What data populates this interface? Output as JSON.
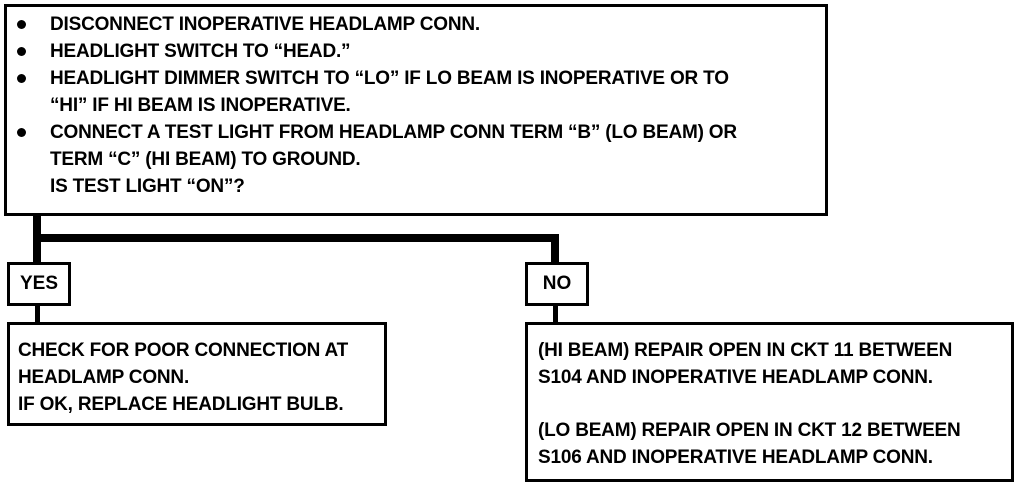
{
  "question_box": {
    "items": [
      {
        "lines": [
          "DISCONNECT INOPERATIVE HEADLAMP CONN."
        ]
      },
      {
        "lines": [
          "HEADLIGHT SWITCH TO “HEAD.”"
        ]
      },
      {
        "lines": [
          "HEADLIGHT DIMMER SWITCH TO “LO” IF LO BEAM IS INOPERATIVE OR TO",
          "“HI” IF HI BEAM IS INOPERATIVE."
        ]
      },
      {
        "lines": [
          "CONNECT A TEST LIGHT FROM HEADLAMP CONN TERM “B” (LO BEAM) OR",
          "TERM “C” (HI BEAM) TO GROUND."
        ]
      }
    ],
    "question": "IS TEST LIGHT “ON”?"
  },
  "yes_branch": {
    "label": "YES",
    "lines": [
      "CHECK FOR POOR CONNECTION AT",
      "HEADLAMP CONN.",
      "IF OK, REPLACE HEADLIGHT BULB."
    ]
  },
  "no_branch": {
    "label": "NO",
    "paragraph1": [
      "(HI BEAM) REPAIR OPEN IN CKT 11 BETWEEN",
      "S104 AND INOPERATIVE HEADLAMP CONN."
    ],
    "paragraph2": [
      "(LO BEAM) REPAIR OPEN IN CKT 12 BETWEEN",
      "S106 AND INOPERATIVE HEADLAMP CONN."
    ]
  }
}
